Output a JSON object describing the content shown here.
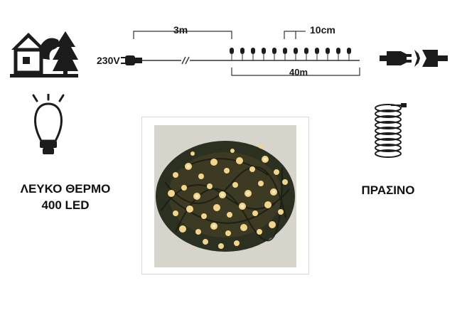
{
  "diagram": {
    "voltage": "230V",
    "lead_length": "3m",
    "spacing": "10cm",
    "total_length": "40m"
  },
  "product": {
    "color_line": "ΛΕΥΚΟ ΘΕΡΜΟ",
    "count_line": "400 LED",
    "cable_color": "ΠΡΑΣΙΝΟ"
  },
  "icons": {
    "outdoor": "house-and-tree-icon",
    "connector": "plug-connector-icon",
    "bulb": "led-bulb-icon",
    "cable": "coiled-cable-icon"
  },
  "colors": {
    "icon": "#1c1c1c",
    "warm_white": "#f3d58a"
  }
}
